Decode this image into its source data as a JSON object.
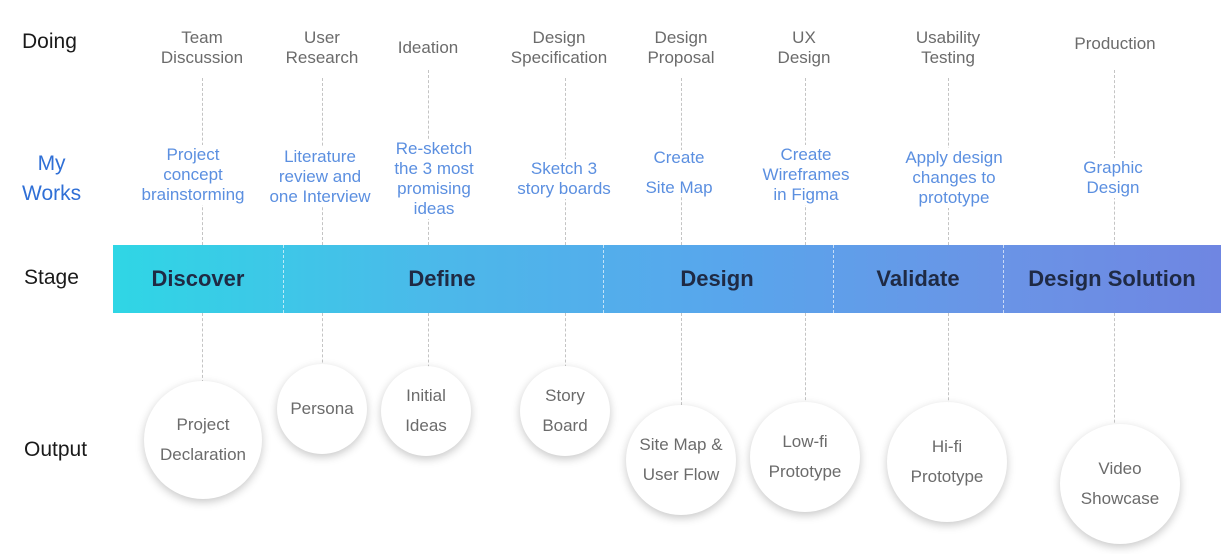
{
  "labels": {
    "doing": "Doing",
    "works": "My\nWorks",
    "stage": "Stage",
    "output": "Output"
  },
  "doing": [
    "Team\nDiscussion",
    "User\nResearch",
    "Ideation",
    "Design\nSpecification",
    "Design\nProposal",
    "UX\nDesign",
    "Usability\nTesting",
    "Production"
  ],
  "works": [
    "Project\nconcept\nbrainstorming",
    "Literature\nreview and\none Interview",
    "Re-sketch\nthe 3 most\npromising\nideas",
    "Sketch 3\nstory boards",
    "Create\n\nSite Map",
    "Create\nWireframes\nin Figma",
    "Apply design\nchanges to\nprototype",
    "Graphic\nDesign"
  ],
  "stages": [
    "Discover",
    "Define",
    "Design",
    "Validate",
    "Design Solution"
  ],
  "outputs": [
    "Project\nDeclaration",
    "Persona",
    "Initial\nIdeas",
    "Story\nBoard",
    "Site Map &\nUser Flow",
    "Low-fi\nPrototype",
    "Hi-fi\nPrototype",
    "Video\nShowcase"
  ],
  "colors": {
    "stage_start": "#2fd6e5",
    "stage_end": "#6f86e2",
    "works_text": "#5b8fe0",
    "works_label": "#2f6fd6"
  }
}
